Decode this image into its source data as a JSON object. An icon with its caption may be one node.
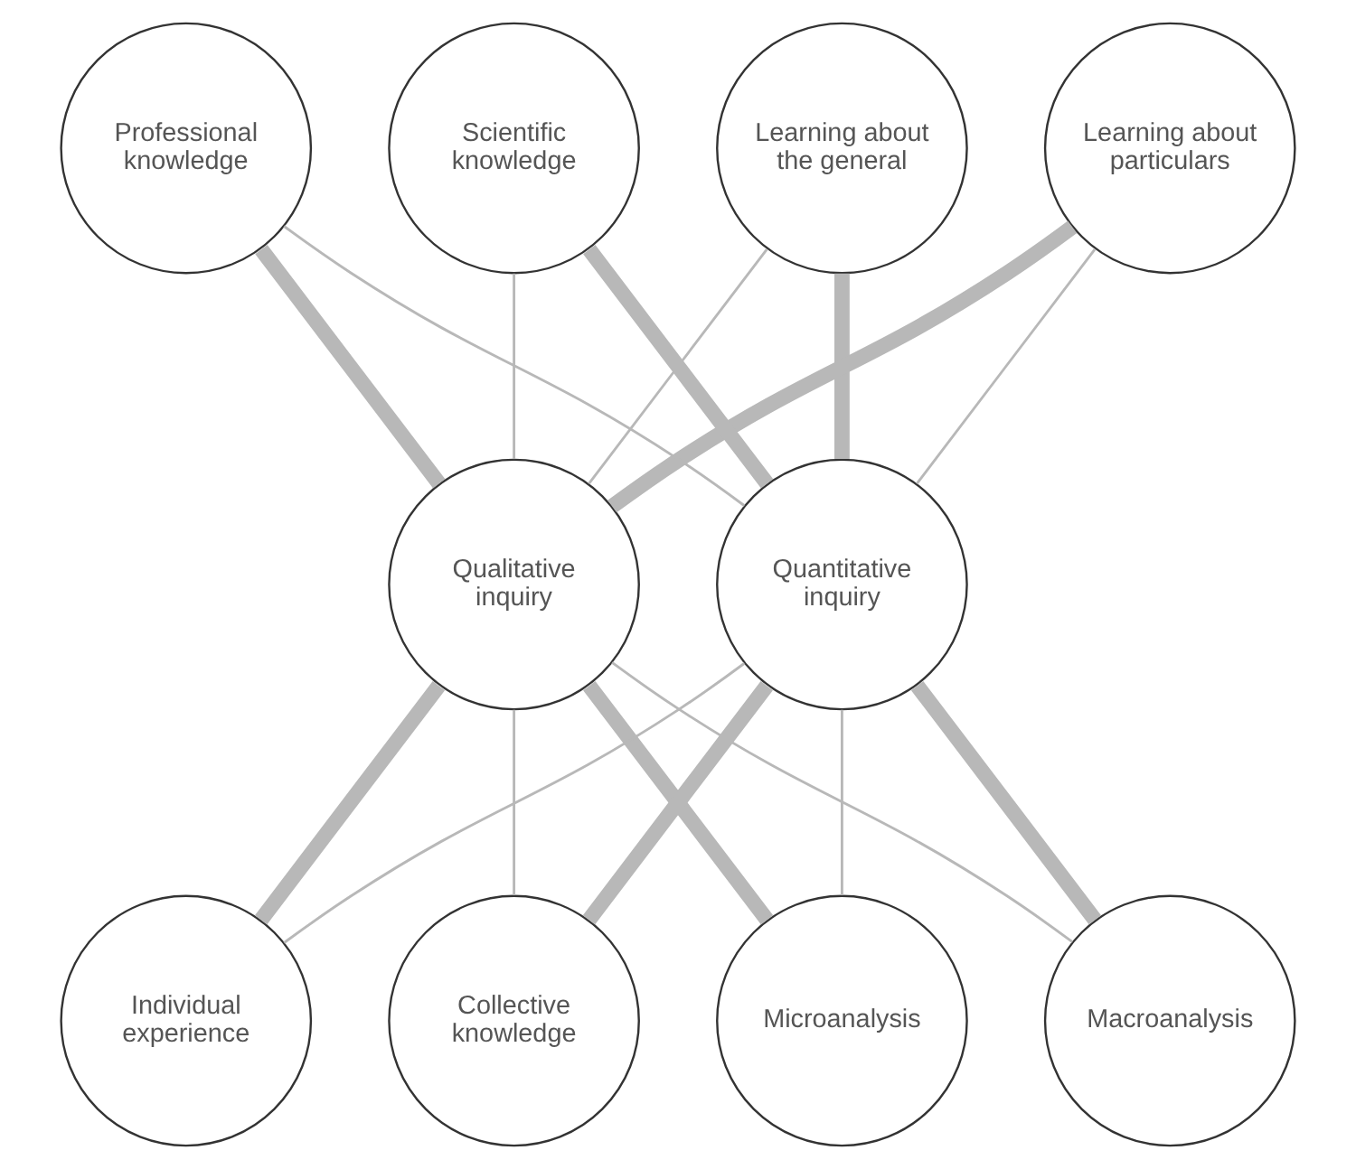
{
  "diagram": {
    "nodes": [
      {
        "text": [
          "Learning about the general"
        ]
      },
      {
        "text": [
          "Learning about particulars"
        ]
      },
      {
        "text": [
          "Professional knowledge"
        ]
      },
      {
        "text": [
          "Scientific knowledge"
        ]
      },
      {
        "text": [
          "Qualitative inquiry"
        ]
      },
      {
        "text": [
          "Quantitative inquiry"
        ]
      },
      {
        "text": [
          "Microanalysis"
        ]
      },
      {
        "text": [
          "Macroanalysis"
        ]
      },
      {
        "text": [
          "Individual experience"
        ]
      },
      {
        "text": [
          "Collective knowledge"
        ]
      }
    ],
    "edges": [
      {
        "from": 1,
        "to": 4,
        "arrow": "none",
        "style": "thick"
      },
      {
        "from": 0,
        "to": 5,
        "arrow": "none",
        "style": "thick"
      },
      {
        "from": 0,
        "to": 4,
        "arrow": "none"
      },
      {
        "from": 1,
        "to": 5,
        "arrow": "none"
      },
      {
        "from": 2,
        "to": 4,
        "arrow": "none",
        "style": "thick"
      },
      {
        "from": 3,
        "to": 5,
        "arrow": "none",
        "style": "thick"
      },
      {
        "from": 2,
        "to": 5,
        "arrow": "none"
      },
      {
        "from": 3,
        "to": 4,
        "arrow": "none"
      },
      {
        "from": 4,
        "to": 6,
        "arrow": "none",
        "style": "thick"
      },
      {
        "from": 5,
        "to": 7,
        "arrow": "none",
        "style": "thick"
      },
      {
        "from": 4,
        "to": 7,
        "arrow": "none"
      },
      {
        "from": 5,
        "to": 6,
        "arrow": "none"
      },
      {
        "from": 4,
        "to": 8,
        "arrow": "none",
        "style": "thick"
      },
      {
        "from": 5,
        "to": 9,
        "arrow": "none",
        "style": "thick"
      },
      {
        "from": 5,
        "to": 8,
        "arrow": "none"
      },
      {
        "from": 4,
        "to": 9,
        "arrow": "none"
      }
    ]
  }
}
